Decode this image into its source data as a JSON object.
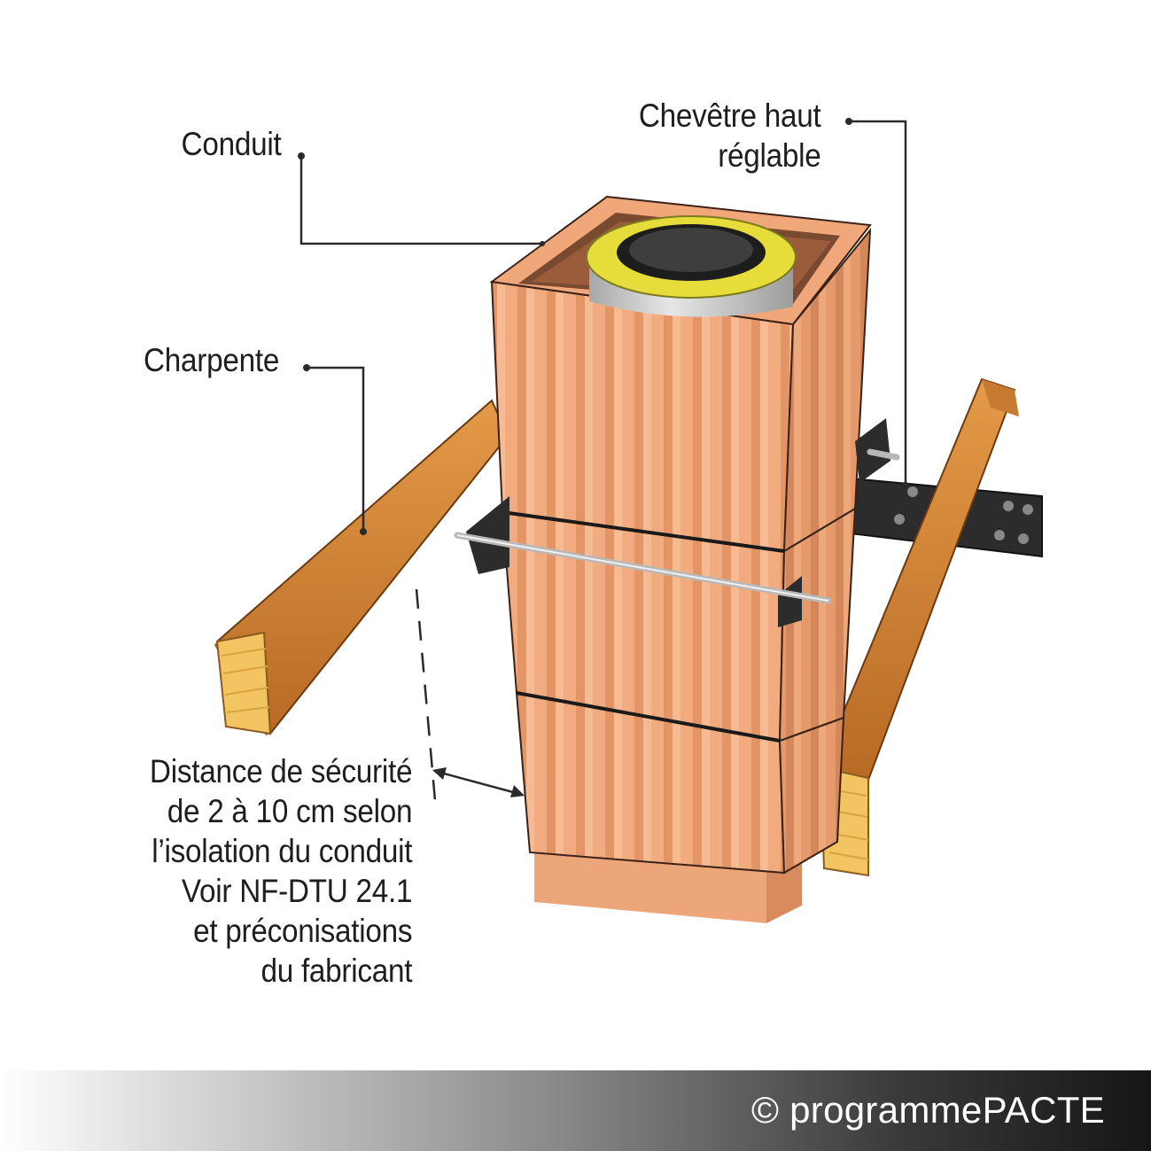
{
  "labels": {
    "conduit": "Conduit",
    "chevetre": [
      "Chevêtre haut",
      "réglable"
    ],
    "charpente": "Charpente",
    "distance": [
      "Distance de sécurité",
      "de 2 à 10 cm selon",
      "l’isolation du conduit",
      "Voir NF-DTU 24.1",
      "et préconisations",
      "du fabricant"
    ]
  },
  "footer": {
    "copyright": "© programmePACTE"
  },
  "colors": {
    "brick_face": "#f2ab7e",
    "brick_side": "#e9a072",
    "brick_top": "#f5b48a",
    "wood": "#d9893a",
    "wood_end": "#f0c060",
    "insulation": "#e8e03a",
    "flue_metal": "#c8c8c8",
    "steel": "#2c2c2c",
    "text": "#1e1e1e"
  }
}
